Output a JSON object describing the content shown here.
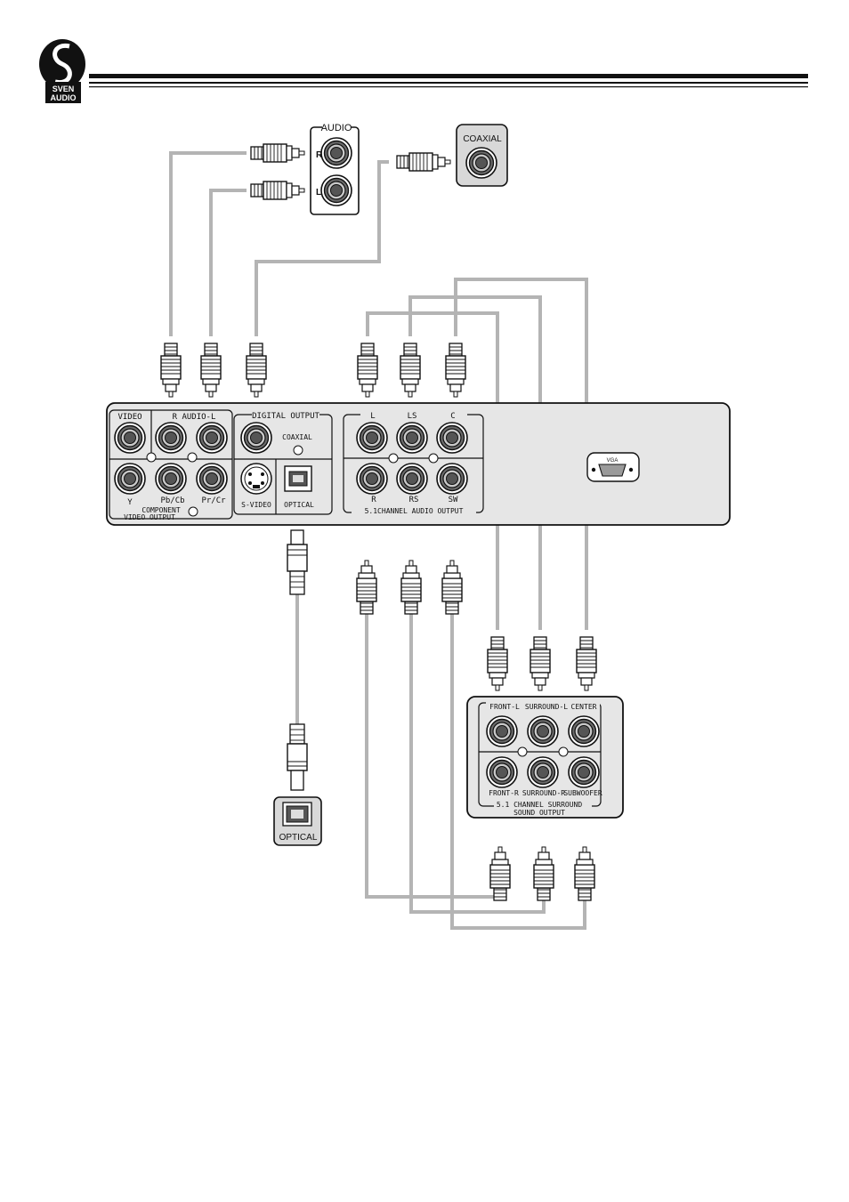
{
  "header": {
    "logo_text_top": "SVEN",
    "logo_text_bottom": "AUDIO"
  },
  "tv_audio_input": {
    "title": "AUDIO",
    "right_label": "R",
    "left_label": "L"
  },
  "coaxial_input": {
    "title": "COAXIAL"
  },
  "player_panel": {
    "video_label": "VIDEO",
    "audio_label": "R  AUDIO-L",
    "digital_output_label": "DIGITAL OUTPUT",
    "coaxial_label": "COAXIAL",
    "component_y": "Y",
    "component_pb": "Pb/Cb",
    "component_pr": "Pr/Cr",
    "component_caption_1": "COMPONENT",
    "component_caption_2": "VIDEO OUTPUT",
    "svideo_label": "S-VIDEO",
    "optical_label": "OPTICAL",
    "ch_l": "L",
    "ch_ls": "LS",
    "ch_c": "C",
    "ch_r": "R",
    "ch_rs": "RS",
    "ch_sw": "SW",
    "ch_caption": "5.1CHANNEL AUDIO OUTPUT",
    "vga_label": "VGA"
  },
  "optical_input": {
    "title": "OPTICAL"
  },
  "amplifier": {
    "front_l": "FRONT-L",
    "surround_l": "SURROUND-L",
    "center": "CENTER",
    "front_r": "FRONT-R",
    "surround_r": "SURROUND-R",
    "subwoofer": "SUBWOOFER",
    "caption_1": "5.1 CHANNEL SURROUND",
    "caption_2": "SOUND OUTPUT"
  },
  "colors": {
    "cable": "#b4b4b4",
    "panel_fill": "#e6e6e6",
    "box_fill": "#d8d8d8",
    "ink": "#111111"
  }
}
